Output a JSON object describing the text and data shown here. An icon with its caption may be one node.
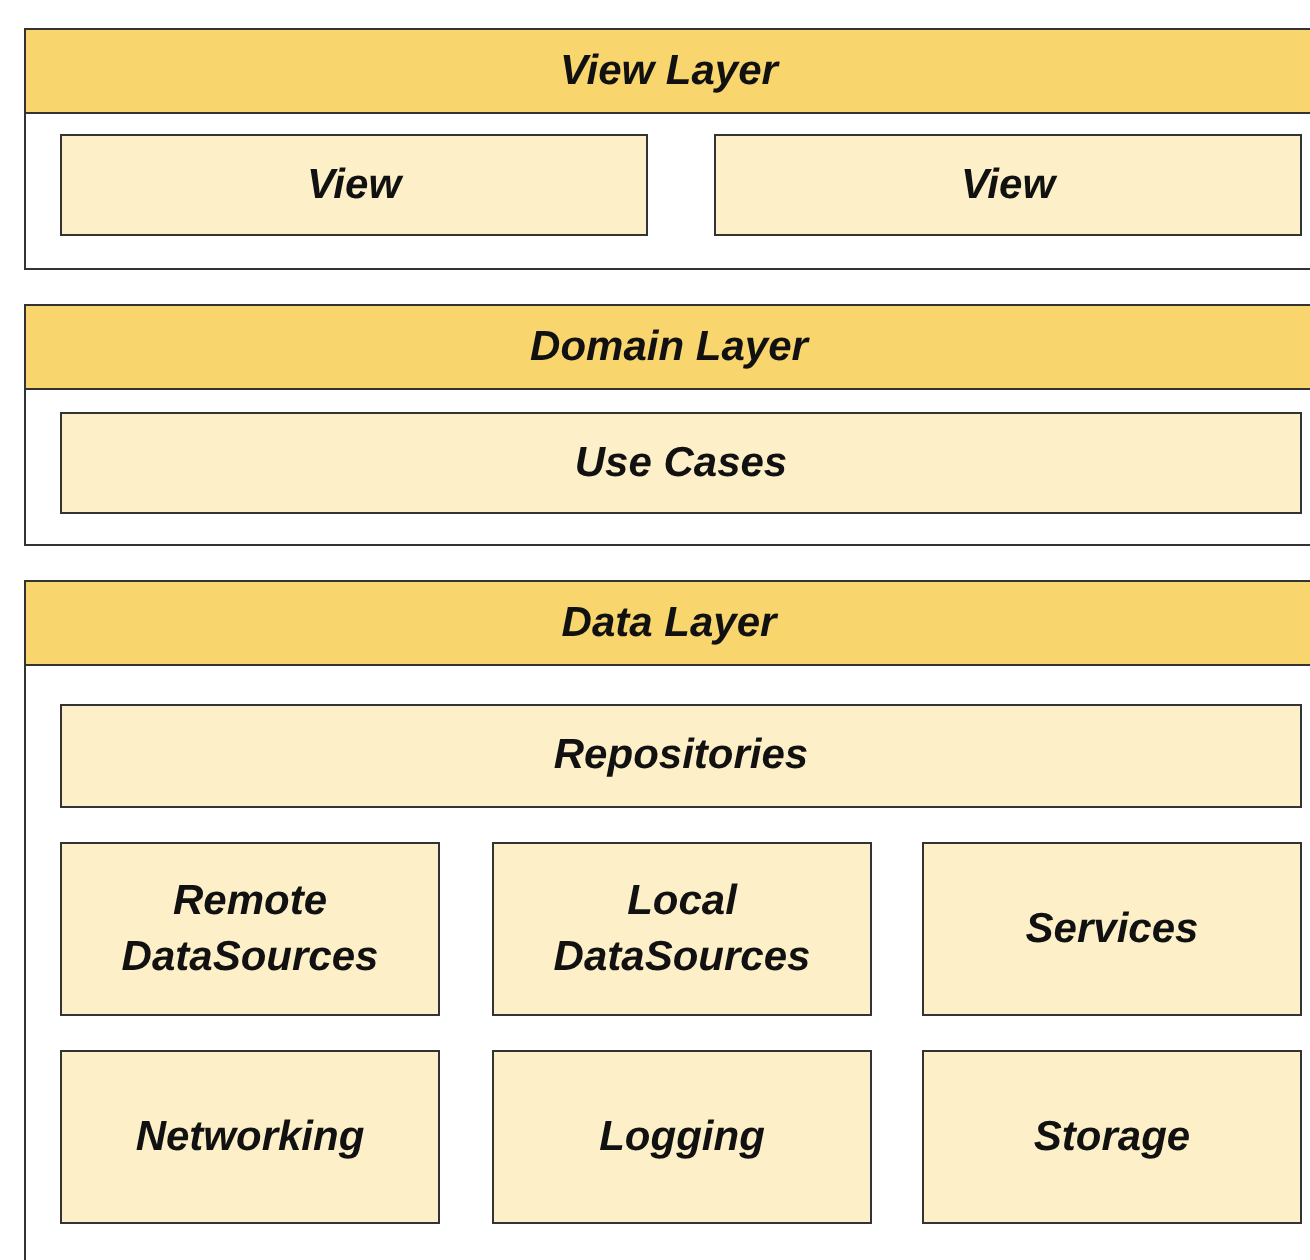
{
  "diagram": {
    "nodes": [
      {
        "text": [
          "View Layer"
        ]
      },
      {
        "text": [
          "View"
        ],
        "in": 0
      },
      {
        "text": [
          "View"
        ],
        "in": 0
      },
      {
        "text": [
          "Domain Layer"
        ]
      },
      {
        "text": [
          "Use Cases"
        ],
        "in": 3
      },
      {
        "text": [
          "Data Layer"
        ]
      },
      {
        "text": [
          "Repositories"
        ],
        "in": 5
      },
      {
        "text": [
          "Remote DataSources"
        ],
        "in": 5
      },
      {
        "text": [
          "Local DataSources"
        ],
        "in": 5
      },
      {
        "text": [
          "Services"
        ],
        "in": 5
      },
      {
        "text": [
          "Networking"
        ],
        "in": 5
      },
      {
        "text": [
          "Logging"
        ],
        "in": 5
      },
      {
        "text": [
          "Storage"
        ],
        "in": 5
      }
    ]
  }
}
